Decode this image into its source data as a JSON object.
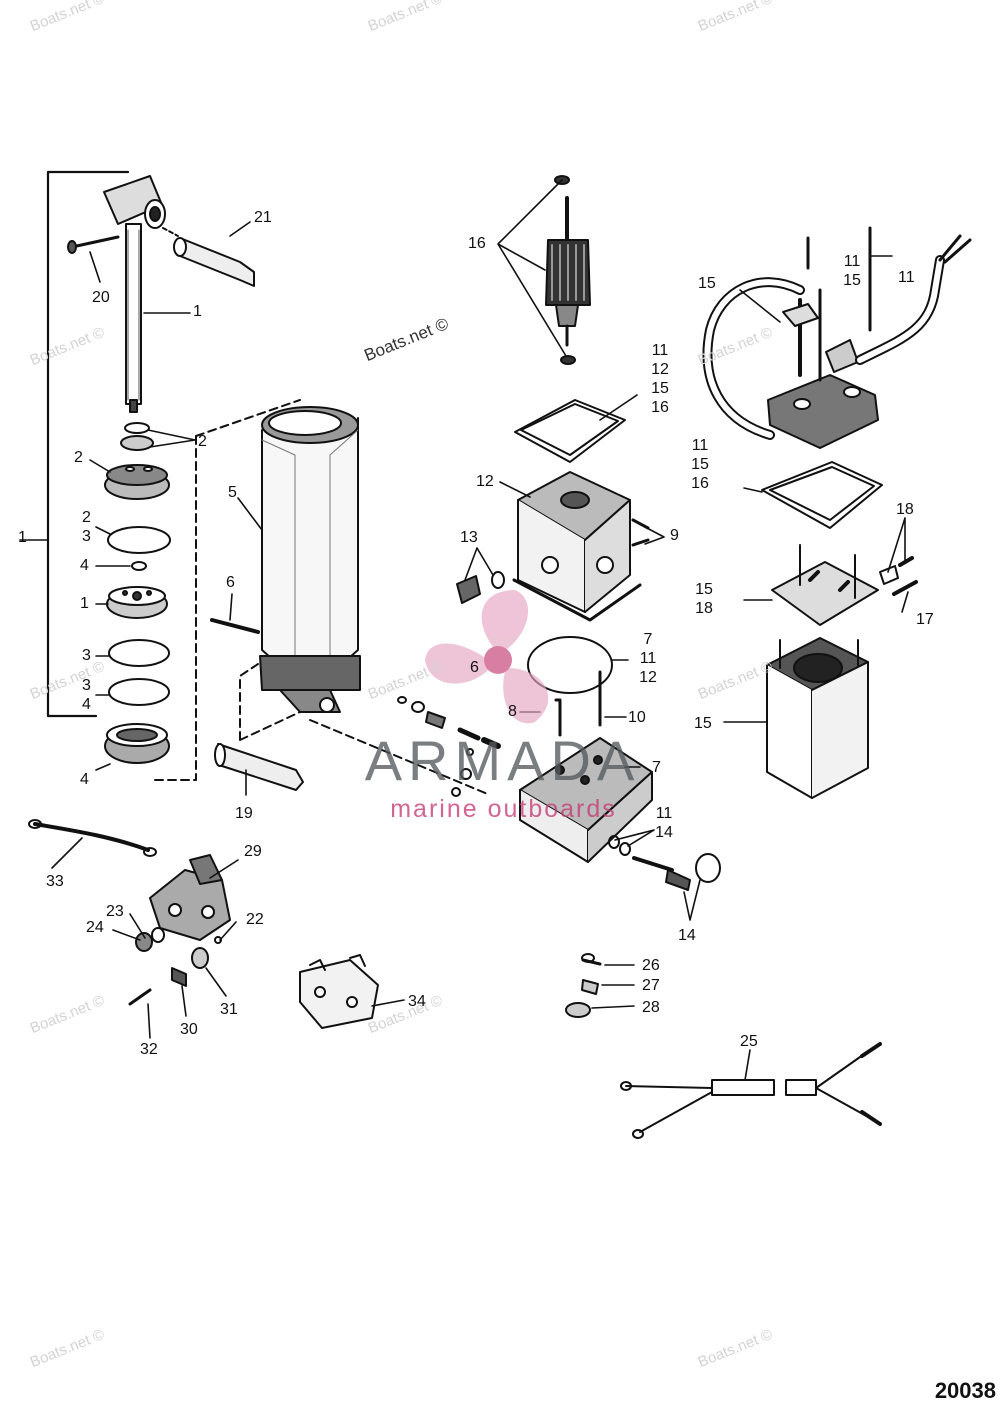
{
  "watermarks": [
    "Boats.net ©",
    "Boats.net ©",
    "Boats.net ©",
    "Boats.net ©",
    "Boats.net ©",
    "Boats.net ©",
    "Boats.net ©",
    "Boats.net ©",
    "Boats.net ©",
    "Boats.net ©",
    "Boats.net ©",
    "Boats.net ©"
  ],
  "center_watermark": "Boats.net ©",
  "brand": {
    "name": "ARMADA",
    "tagline": "marine outboards",
    "colors": {
      "text": "#555a5e",
      "accent": "#c63a73"
    }
  },
  "diagram_number": "20038",
  "callouts": {
    "c21": "21",
    "c20": "20",
    "c1a": "1",
    "c2a": "2",
    "c2b": "2",
    "c2c": "2",
    "c3c": "3",
    "c1side": "1",
    "c4a": "4",
    "c1b": "1",
    "c3a": "3",
    "c3b": "3",
    "c4b": "4",
    "c4c": "4",
    "c5": "5",
    "c6a": "6",
    "c19": "19",
    "c16a": "16",
    "r1": [
      "11",
      "12",
      "15",
      "16"
    ],
    "c12": "12",
    "c13": "13",
    "c9": "9",
    "r2": [
      "7",
      "11",
      "12"
    ],
    "c6b": "6",
    "c8": "8",
    "c10": "10",
    "c7": "7",
    "r3": [
      "11",
      "14"
    ],
    "c14": "14",
    "r4": [
      "11",
      "15"
    ],
    "c11r": "11",
    "c15a": "15",
    "r5": [
      "11",
      "15",
      "16"
    ],
    "c18": "18",
    "r6": [
      "15",
      "18"
    ],
    "c17": "17",
    "c15b": "15",
    "c29": "29",
    "c33": "33",
    "c23": "23",
    "c24": "24",
    "c22": "22",
    "c30": "30",
    "c31": "31",
    "c32": "32",
    "c34": "34",
    "c26": "26",
    "c27": "27",
    "c28": "28",
    "c25": "25"
  }
}
